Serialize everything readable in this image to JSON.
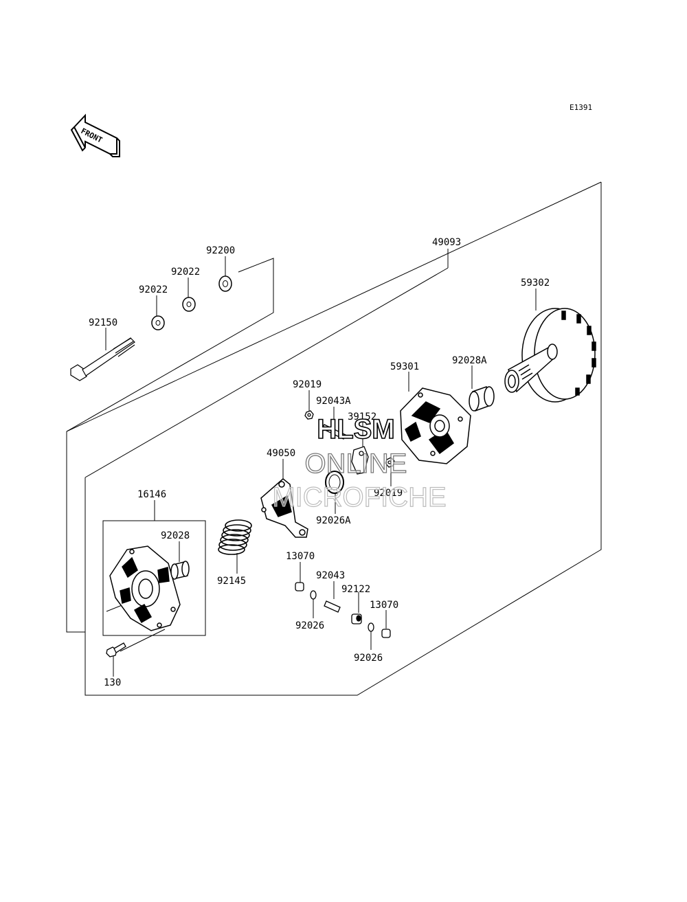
{
  "diagram": {
    "code": "E1391",
    "front_label": "FRONT",
    "watermark": [
      "HLSM",
      "ONLINE",
      "MICROFICHE"
    ],
    "parts": {
      "p49093": "49093",
      "p59302": "59302",
      "p92200": "92200",
      "p92022a": "92022",
      "p92022b": "92022",
      "p92150": "92150",
      "p59301": "59301",
      "p92028A": "92028A",
      "p92019a": "92019",
      "p92043A": "92043A",
      "p39152": "39152",
      "p49050": "49050",
      "p92019b": "92019",
      "p92026A": "92026A",
      "p16146": "16146",
      "p92028": "92028",
      "p92145": "92145",
      "p13070a": "13070",
      "p92043": "92043",
      "p92122": "92122",
      "p13070b": "13070",
      "p92026a": "92026",
      "p92026b": "92026",
      "p130": "130"
    }
  }
}
